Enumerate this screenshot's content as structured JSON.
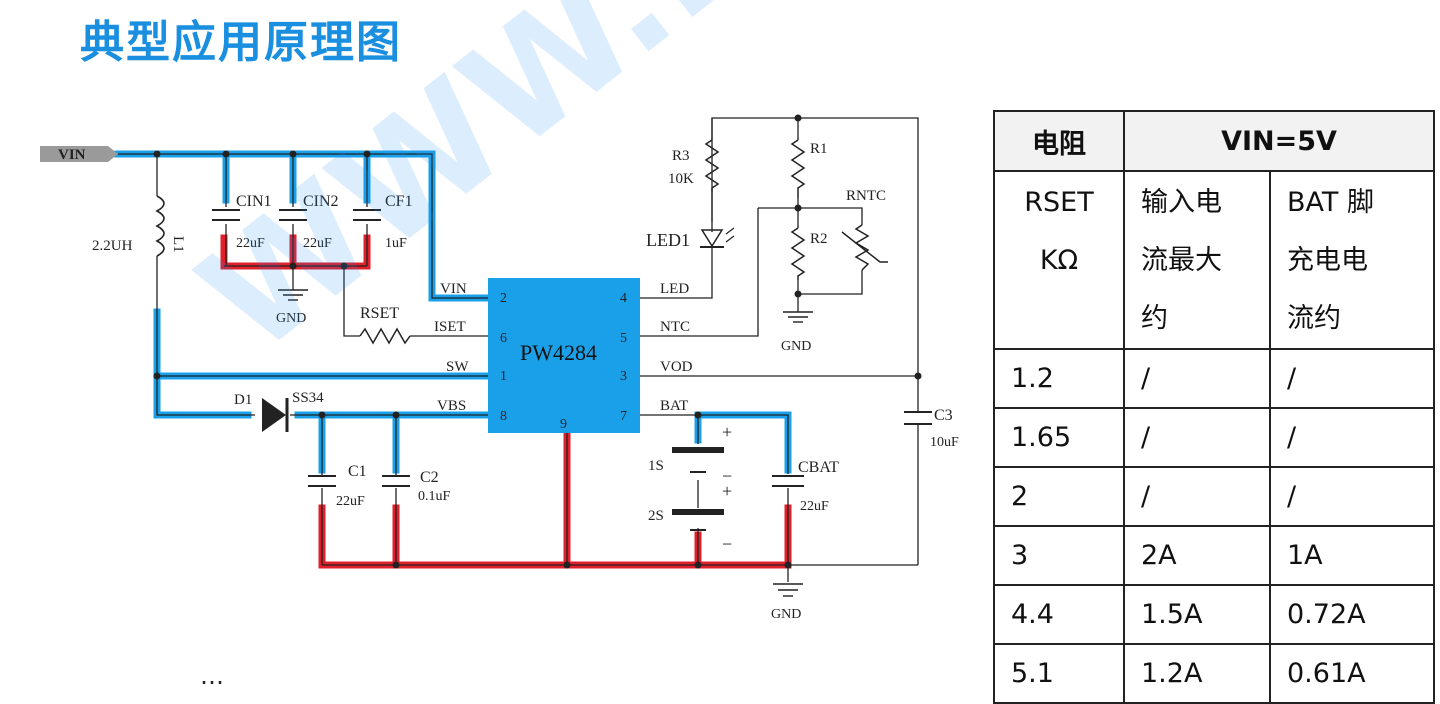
{
  "title": "典型应用原理图",
  "watermark": "WWW.PWCHI",
  "schematic": {
    "vin_label": "VIN",
    "ic_name": "PW4284",
    "inductor": {
      "ref": "L1",
      "value": "2.2UH"
    },
    "cin1": {
      "ref": "CIN1",
      "value": "22uF"
    },
    "cin2": {
      "ref": "CIN2",
      "value": "22uF"
    },
    "cf1": {
      "ref": "CF1",
      "value": "1uF"
    },
    "gnd": "GND",
    "rset": "RSET",
    "pins": {
      "vin": {
        "name": "VIN",
        "num": "2"
      },
      "iset": {
        "name": "ISET",
        "num": "6"
      },
      "sw": {
        "name": "SW",
        "num": "1"
      },
      "vbs": {
        "name": "VBS",
        "num": "8"
      },
      "led": {
        "name": "LED",
        "num": "4"
      },
      "ntc": {
        "name": "NTC",
        "num": "5"
      },
      "vod": {
        "name": "VOD",
        "num": "3"
      },
      "bat": {
        "name": "BAT",
        "num": "7"
      },
      "gnd_pin": "9"
    },
    "d1": {
      "ref": "D1",
      "value": "SS34"
    },
    "c1": {
      "ref": "C1",
      "value": "22uF"
    },
    "c2": {
      "ref": "C2",
      "value": "0.1uF"
    },
    "r3": {
      "ref": "R3",
      "value": "10K"
    },
    "led1": "LED1",
    "r1": "R1",
    "r2": "R2",
    "rntc": "RNTC",
    "battery": {
      "s1": "1S",
      "s2": "2S",
      "plus": "+",
      "minus": "−"
    },
    "cbat": {
      "ref": "CBAT",
      "value": "22uF"
    },
    "c3": {
      "ref": "C3",
      "value": "10uF"
    }
  },
  "table": {
    "headers": [
      "电阻",
      "VIN=5V"
    ],
    "subheader": [
      [
        "RSET",
        "KΩ"
      ],
      [
        "输入电",
        "流最大",
        "约"
      ],
      [
        "BAT 脚",
        "充电电",
        "流约"
      ]
    ],
    "rows": [
      [
        "1.2",
        "/",
        "/"
      ],
      [
        "1.65",
        "/",
        "/"
      ],
      [
        "2",
        "/",
        "/"
      ],
      [
        "3",
        "2A",
        "1A"
      ],
      [
        "4.4",
        "1.5A",
        "0.72A"
      ],
      [
        "5.1",
        "1.2A",
        "0.61A"
      ]
    ]
  },
  "footer": "…"
}
